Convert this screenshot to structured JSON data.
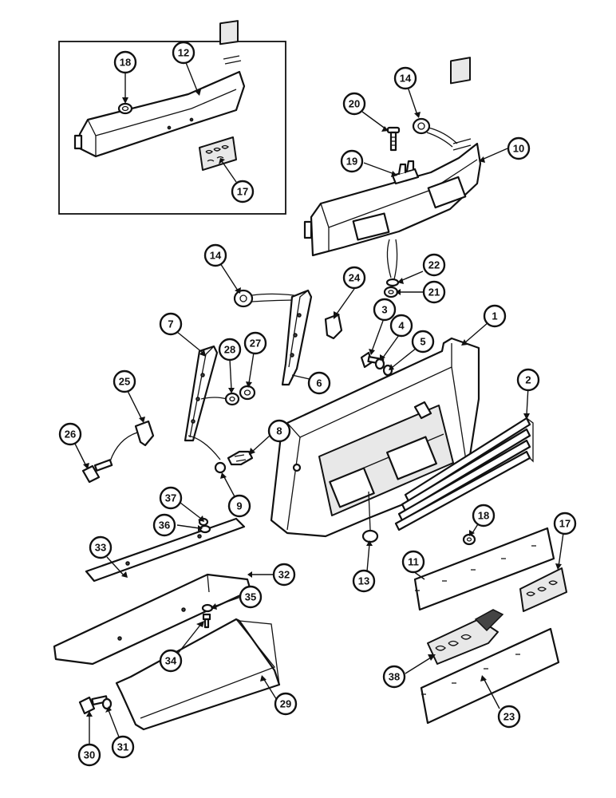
{
  "callouts": [
    "1",
    "2",
    "3",
    "4",
    "5",
    "6",
    "7",
    "8",
    "9",
    "10",
    "11",
    "12",
    "13",
    "14",
    "14",
    "17",
    "17",
    "18",
    "18",
    "19",
    "20",
    "21",
    "22",
    "23",
    "24",
    "25",
    "26",
    "27",
    "28",
    "29",
    "30",
    "31",
    "32",
    "33",
    "34",
    "35",
    "36",
    "37",
    "38"
  ]
}
